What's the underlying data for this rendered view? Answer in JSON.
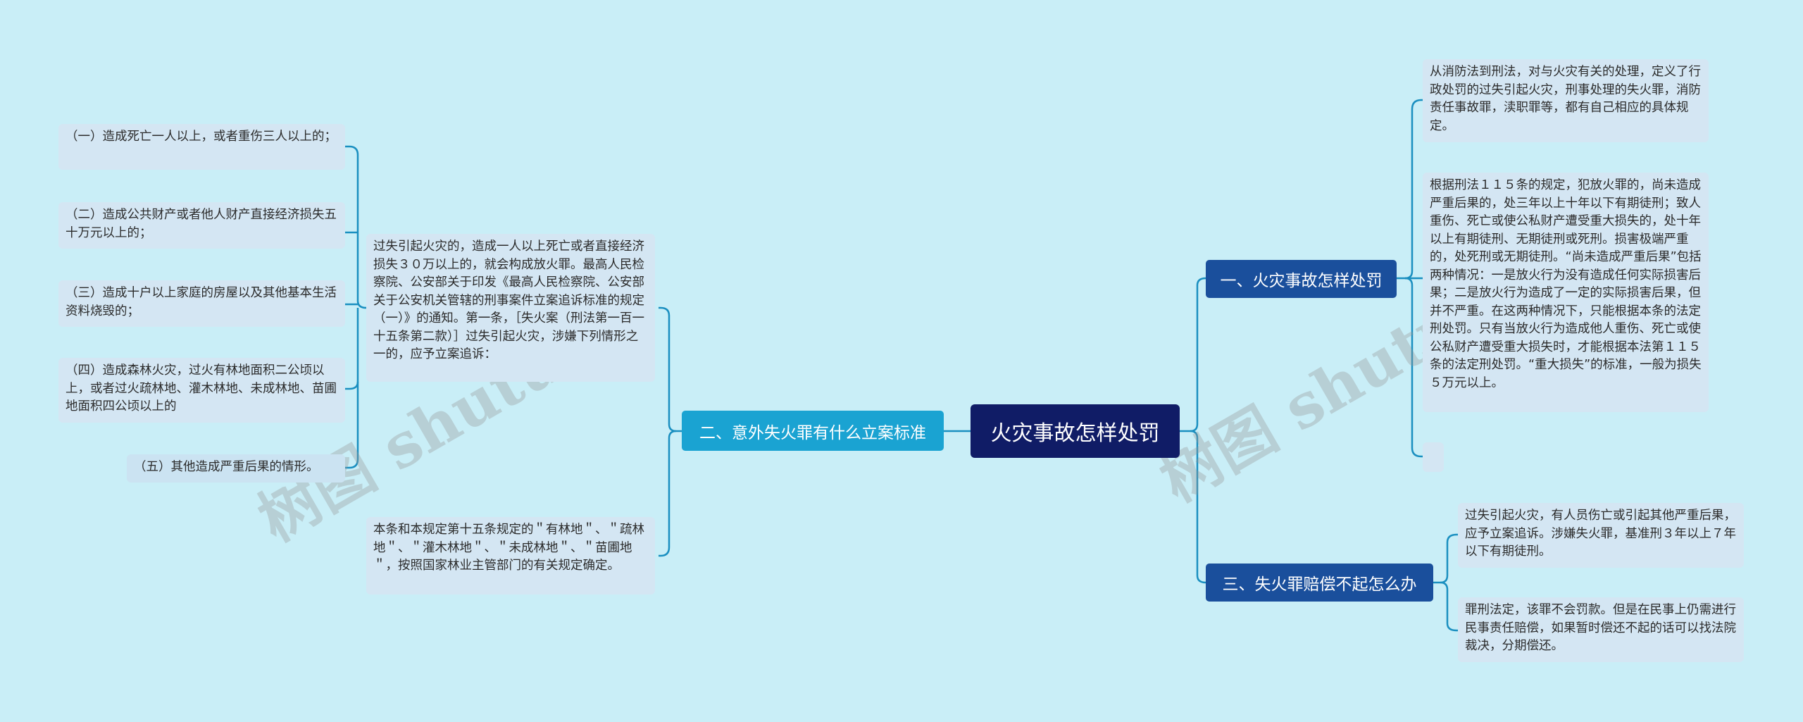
{
  "watermarks": [
    "树图 shutu.cn",
    "树图 shutu"
  ],
  "root": {
    "label": "火灾事故怎样处罚"
  },
  "right_branches": [
    {
      "label": "一、火灾事故怎样处罚",
      "leaves": [
        "从消防法到刑法，对与火灾有关的处理，定义了行政处罚的过失引起火灾，刑事处理的失火罪，消防责任事故罪，渎职罪等，都有自己相应的具体规定。",
        "根据刑法１１５条的规定，犯放火罪的，尚未造成严重后果的，处三年以上十年以下有期徒刑；致人重伤、死亡或使公私财产遭受重大损失的，处十年以上有期徒刑、无期徒刑或死刑。损害极端严重的，处死刑或无期徒刑。“尚未造成严重后果”包括两种情况：一是放火行为没有造成任何实际损害后果；二是放火行为造成了一定的实际损害后果，但并不严重。在这两种情况下，只能根据本条的法定刑处罚。只有当放火行为造成他人重伤、死亡或使公私财产遭受重大损失时，才能根据本法第１１５条的法定刑处罚。“重大损失”的标准，一般为损失５万元以上。",
        ""
      ]
    },
    {
      "label": "三、失火罪赔偿不起怎么办",
      "leaves": [
        "过失引起火灾，有人员伤亡或引起其他严重后果，应予立案追诉。涉嫌失火罪，基准刑３年以上７年以下有期徒刑。",
        "罪刑法定，该罪不会罚款。但是在民事上仍需进行民事责任赔偿，如果暂时偿还不起的话可以找法院裁决，分期偿还。"
      ]
    }
  ],
  "left_branch": {
    "label": "二、意外失火罪有什么立案标准",
    "sub": [
      {
        "text": "过失引起火灾的，造成一人以上死亡或者直接经济损失３０万以上的，就会构成放火罪。最高人民检察院、公安部关于印发《最高人民检察院、公安部关于公安机关管辖的刑事案件立案追诉标准的规定（一）》的通知。第一条，［失火案（刑法第一百一十五条第二款）］过失引起火灾，涉嫌下列情形之一的，应予立案追诉：",
        "items": [
          "（一）造成死亡一人以上，或者重伤三人以上的；",
          "（二）造成公共财产或者他人财产直接经济损失五十万元以上的；",
          "（三）造成十户以上家庭的房屋以及其他基本生活资料烧毁的；",
          "（四）造成森林火灾，过火有林地面积二公顷以上，或者过火疏林地、灌木林地、未成林地、苗圃地面积四公顷以上的",
          "（五）其他造成严重后果的情形。"
        ]
      },
      {
        "text": "本条和本规定第十五条规定的＂有林地＂、＂疏林地＂、＂灌木林地＂、＂未成林地＂、＂苗圃地＂，按照国家林业主管部门的有关规定确定。",
        "items": []
      }
    ]
  },
  "colors": {
    "background": "#c9eef7",
    "root": "#101c66",
    "branch_dark": "#1a4f9c",
    "branch_mid": "#1f84c8",
    "branch_light": "#1aa3d2",
    "leaf": "#d4e6f3",
    "line": "#1a8fc0"
  }
}
